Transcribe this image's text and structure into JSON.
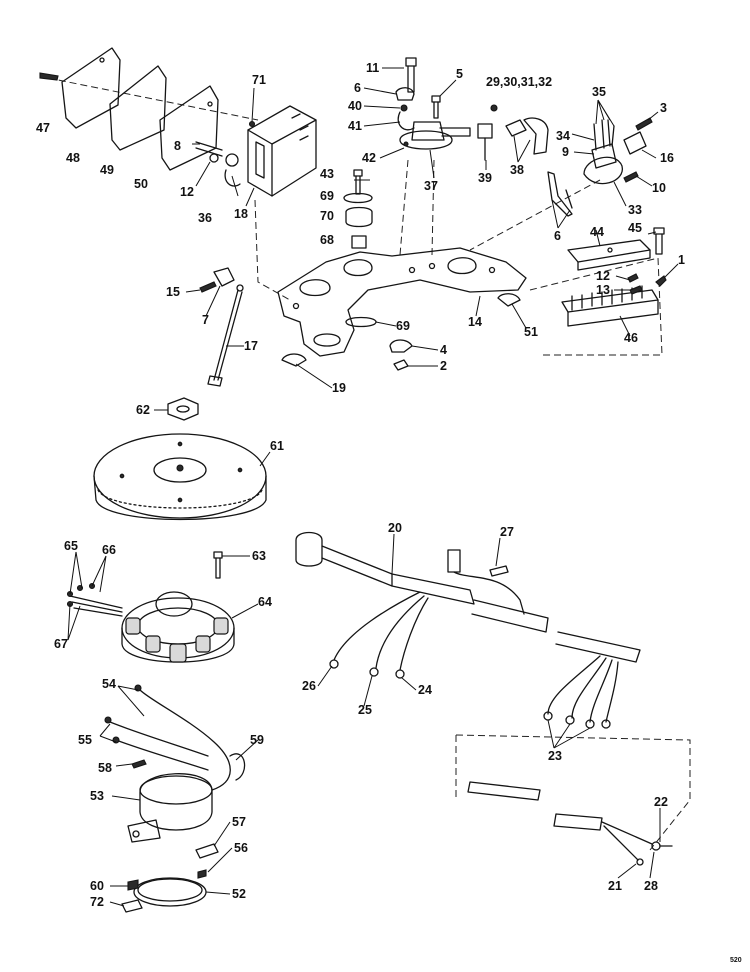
{
  "diagram": {
    "kind": "exploded-parts-diagram",
    "line_color": "#151515",
    "background": "#ffffff",
    "code": "520",
    "callouts": [
      {
        "id": "c47",
        "text": "47"
      },
      {
        "id": "c48",
        "text": "48"
      },
      {
        "id": "c49",
        "text": "49"
      },
      {
        "id": "c50",
        "text": "50"
      },
      {
        "id": "c71",
        "text": "71"
      },
      {
        "id": "c8",
        "text": "8"
      },
      {
        "id": "c12a",
        "text": "12"
      },
      {
        "id": "c36",
        "text": "36"
      },
      {
        "id": "c18",
        "text": "18"
      },
      {
        "id": "c11",
        "text": "11"
      },
      {
        "id": "c5",
        "text": "5"
      },
      {
        "id": "c6a",
        "text": "6"
      },
      {
        "id": "c40",
        "text": "40"
      },
      {
        "id": "c41",
        "text": "41"
      },
      {
        "id": "c42",
        "text": "42"
      },
      {
        "id": "c37",
        "text": "37"
      },
      {
        "id": "c39",
        "text": "39"
      },
      {
        "id": "c2932",
        "text": "29,30,31,32"
      },
      {
        "id": "c38",
        "text": "38"
      },
      {
        "id": "c35",
        "text": "35"
      },
      {
        "id": "c3",
        "text": "3"
      },
      {
        "id": "c34",
        "text": "34"
      },
      {
        "id": "c9",
        "text": "9"
      },
      {
        "id": "c16",
        "text": "16"
      },
      {
        "id": "c10",
        "text": "10"
      },
      {
        "id": "c33",
        "text": "33"
      },
      {
        "id": "c6b",
        "text": "6"
      },
      {
        "id": "c43",
        "text": "43"
      },
      {
        "id": "c69a",
        "text": "69"
      },
      {
        "id": "c70",
        "text": "70"
      },
      {
        "id": "c68",
        "text": "68"
      },
      {
        "id": "c45",
        "text": "45"
      },
      {
        "id": "c44",
        "text": "44"
      },
      {
        "id": "c1",
        "text": "1"
      },
      {
        "id": "c12b",
        "text": "12"
      },
      {
        "id": "c13",
        "text": "13"
      },
      {
        "id": "c46",
        "text": "46"
      },
      {
        "id": "c15",
        "text": "15"
      },
      {
        "id": "c7",
        "text": "7"
      },
      {
        "id": "c14",
        "text": "14"
      },
      {
        "id": "c51",
        "text": "51"
      },
      {
        "id": "c69b",
        "text": "69"
      },
      {
        "id": "c4",
        "text": "4"
      },
      {
        "id": "c2",
        "text": "2"
      },
      {
        "id": "c17",
        "text": "17"
      },
      {
        "id": "c19",
        "text": "19"
      },
      {
        "id": "c62",
        "text": "62"
      },
      {
        "id": "c61",
        "text": "61"
      },
      {
        "id": "c20",
        "text": "20"
      },
      {
        "id": "c27",
        "text": "27"
      },
      {
        "id": "c65",
        "text": "65"
      },
      {
        "id": "c66",
        "text": "66"
      },
      {
        "id": "c63",
        "text": "63"
      },
      {
        "id": "c64",
        "text": "64"
      },
      {
        "id": "c67",
        "text": "67"
      },
      {
        "id": "c26",
        "text": "26"
      },
      {
        "id": "c25",
        "text": "25"
      },
      {
        "id": "c24",
        "text": "24"
      },
      {
        "id": "c23",
        "text": "23"
      },
      {
        "id": "c54",
        "text": "54"
      },
      {
        "id": "c55",
        "text": "55"
      },
      {
        "id": "c59",
        "text": "59"
      },
      {
        "id": "c58",
        "text": "58"
      },
      {
        "id": "c53",
        "text": "53"
      },
      {
        "id": "c57",
        "text": "57"
      },
      {
        "id": "c56",
        "text": "56"
      },
      {
        "id": "c22",
        "text": "22"
      },
      {
        "id": "c21",
        "text": "21"
      },
      {
        "id": "c28",
        "text": "28"
      },
      {
        "id": "c52",
        "text": "52"
      },
      {
        "id": "c60",
        "text": "60"
      },
      {
        "id": "c72",
        "text": "72"
      }
    ]
  }
}
